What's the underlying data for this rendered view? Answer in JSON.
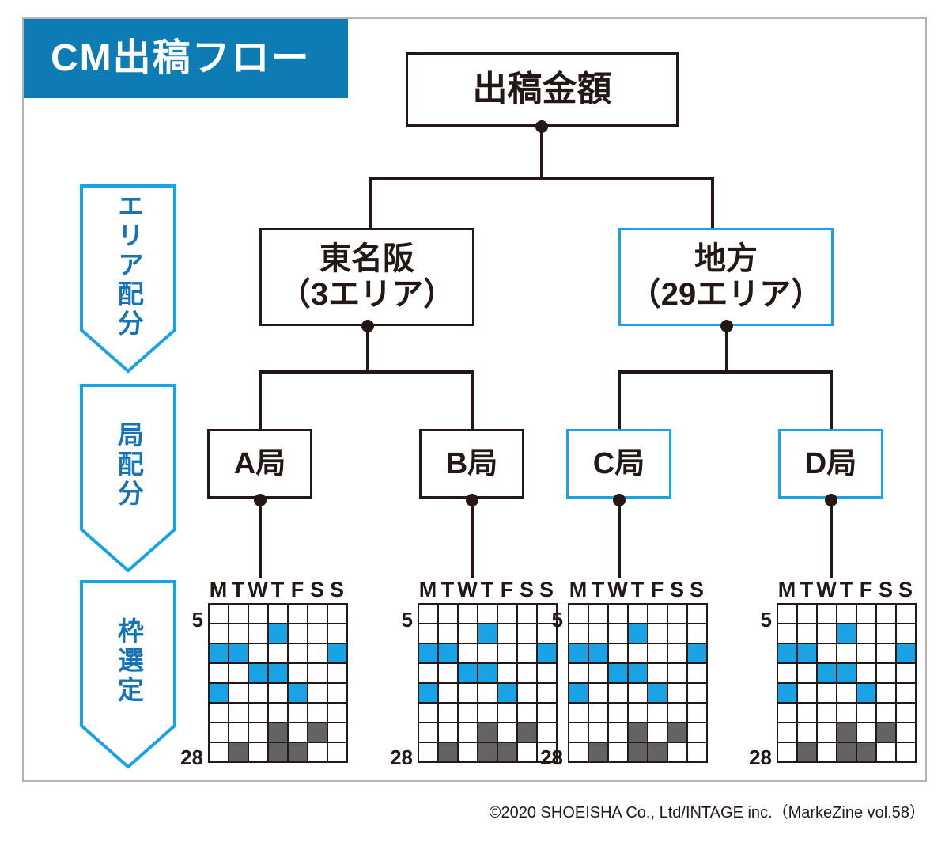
{
  "title": {
    "text": "CM出稿フロー",
    "banner_color": "#0d7cb5"
  },
  "colors": {
    "accent_blue": "#19a3e5",
    "dark": "#231815",
    "gray": "#636363",
    "label_blue": "#1773b8"
  },
  "phases": [
    {
      "label": "エリア配分"
    },
    {
      "label": "局配分"
    },
    {
      "label": "枠選定"
    }
  ],
  "nodes": {
    "root": {
      "line1": "出稿金額",
      "line2": "",
      "style": "dark"
    },
    "area_left": {
      "line1": "東名阪",
      "line2": "（3エリア）",
      "style": "dark"
    },
    "area_right": {
      "line1": "地方",
      "line2": "（29エリア）",
      "style": "blue"
    },
    "station_a": {
      "line1": "A局",
      "style": "dark"
    },
    "station_b": {
      "line1": "B局",
      "style": "dark"
    },
    "station_c": {
      "line1": "C局",
      "style": "blue"
    },
    "station_d": {
      "line1": "D局",
      "style": "blue"
    }
  },
  "calendar": {
    "weekday_headers": [
      "M",
      "T",
      "W",
      "T",
      "F",
      "S",
      "S"
    ],
    "row_start_label": "5",
    "row_end_label": "28",
    "rows": 8,
    "cols": 7,
    "cells": [
      [
        "",
        "",
        "",
        "",
        "",
        "",
        ""
      ],
      [
        "",
        "",
        "",
        "b",
        "",
        "",
        ""
      ],
      [
        "b",
        "b",
        "",
        "",
        "",
        "",
        "b"
      ],
      [
        "",
        "",
        "b",
        "b",
        "",
        "",
        ""
      ],
      [
        "b",
        "",
        "",
        "",
        "b",
        "",
        ""
      ],
      [
        "",
        "",
        "",
        "",
        "",
        "",
        ""
      ],
      [
        "",
        "",
        "",
        "g",
        "",
        "g",
        ""
      ],
      [
        "",
        "g",
        "",
        "g",
        "g",
        "",
        ""
      ]
    ]
  },
  "calendars": [
    {
      "name": "calendar-a"
    },
    {
      "name": "calendar-b"
    },
    {
      "name": "calendar-c"
    },
    {
      "name": "calendar-d"
    }
  ],
  "footer": {
    "text": "©2020 SHOEISHA Co., Ltd/INTAGE inc.（MarkeZine vol.58）"
  }
}
